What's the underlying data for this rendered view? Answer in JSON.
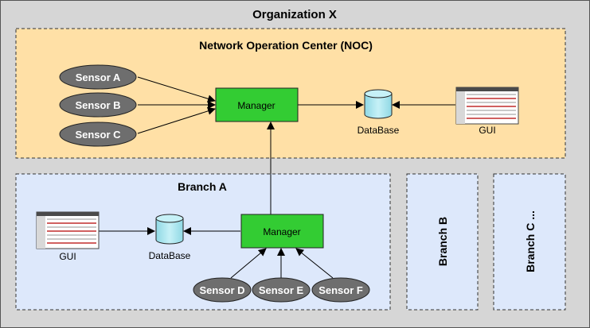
{
  "organization": {
    "title": "Organization X"
  },
  "noc": {
    "title": "Network Operation Center (NOC)",
    "sensors": [
      "Sensor A",
      "Sensor B",
      "Sensor C"
    ],
    "manager_label": "Manager",
    "database_label": "DataBase",
    "gui_label": "GUI"
  },
  "branch_a": {
    "title": "Branch A",
    "sensors": [
      "Sensor D",
      "Sensor E",
      "Sensor F"
    ],
    "manager_label": "Manager",
    "database_label": "DataBase",
    "gui_label": "GUI"
  },
  "branch_b": {
    "title": "Branch B"
  },
  "branch_c": {
    "title": "Branch C ..."
  },
  "colors": {
    "outer_bg": "#d6d6d6",
    "noc_bg": "#ffe0a6",
    "branch_bg": "#dde8fb",
    "manager_fill": "#33cc33",
    "database_fill": "#a8e5ee",
    "sensor_fill": "#6e6e6e"
  }
}
